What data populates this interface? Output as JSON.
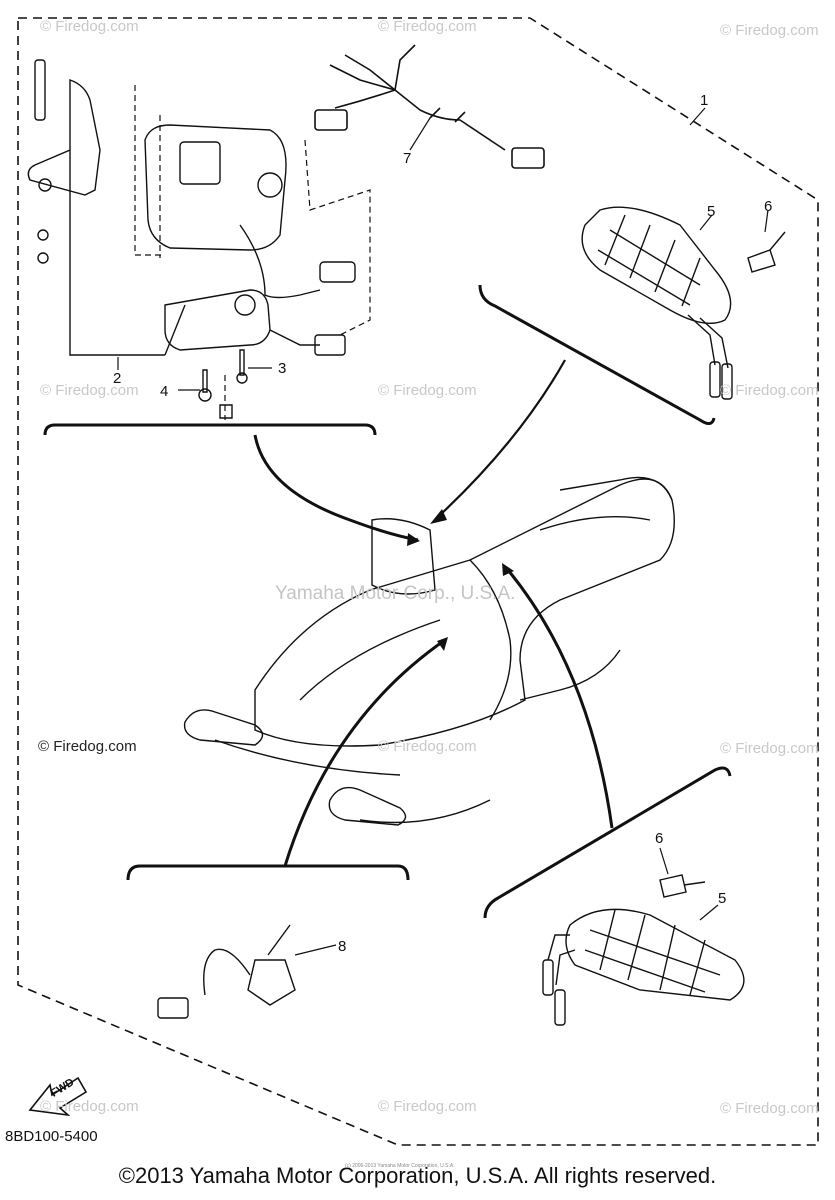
{
  "diagram_code": "8BD100-5400",
  "copyright": "©2013 Yamaha Motor Corporation, U.S.A. All rights reserved.",
  "tiny_note": "(c) 2006-2013 Yamaha Motor Corporation, U.S.A.",
  "watermark_center": "Yamaha Motor Corp., U.S.A.",
  "watermark_dark": "© Firedog.com",
  "watermark": "© Firedog.com",
  "fwd": "FWD",
  "callouts": {
    "c1": "1",
    "c2": "2",
    "c3": "3",
    "c4": "4",
    "c5a": "5",
    "c5b": "5",
    "c6a": "6",
    "c6b": "6",
    "c7": "7",
    "c8": "8"
  },
  "icons": [
    "grip-warmer-icon",
    "heater-switch-icon",
    "snowmobile-icon",
    "fwd-arrow-icon",
    "screw-icon"
  ]
}
